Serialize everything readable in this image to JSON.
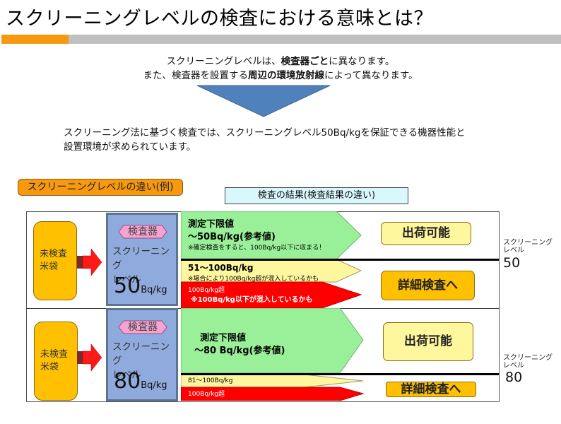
{
  "page": {
    "title": "スクリーニングレベルの検査における意味とは？"
  },
  "intro": {
    "line1_pre": "スクリーニングレベルは、",
    "line1_bold": "検査器ごと",
    "line1_post": "に異なります。",
    "line2_pre": "また、検査器を設置する",
    "line2_bold": "周辺の環境放射線",
    "line2_post": "によって異なります。"
  },
  "requirement": {
    "line1": "スクリーニング法に基づく検査では、スクリーニングレベル50Bq/kgを保証できる機器性能と",
    "line2": "設置環境が求められています。"
  },
  "labels": {
    "example": "スクリーニングレベルの違い(例)",
    "results": "検査の結果(検査結果の違い)"
  },
  "colors": {
    "accent_orange": "#F7990E",
    "bar_gray": "#C0C0C0",
    "arrow_blue": "#4F81BD",
    "bag_yellow": "#FFC000",
    "device_blue": "#8FAADC",
    "green_band": "#99F099",
    "yellow_band": "#FFF79E",
    "red_band": "#FF0000",
    "tag_pink": "#F5A3D0"
  },
  "rows": [
    {
      "bag_label_1": "未検査",
      "bag_label_2": "米袋",
      "device_tag": "検査器",
      "device_level_1": "スクリーニング",
      "device_level_2": "レベル",
      "device_value": "50",
      "device_unit": "Bq/kg",
      "green_title": "測定下限値",
      "green_value": "～50Bq/kg(参考値)",
      "green_note": "※確定検査をすると、100Bq/kg以下に収まる！",
      "yellow_title": "51～100Bq/kg",
      "yellow_note": "※場合により100Bq/kg超が混入しているかも",
      "red_title": "100Bq/kg超",
      "red_note": "※100Bq/kg以下が混入しているかも",
      "result_pass": "出荷可能",
      "result_detail": "詳細検査へ",
      "side_label_1": "スクリーニング",
      "side_label_2": "レベル",
      "side_value": "50"
    },
    {
      "bag_label_1": "未検査",
      "bag_label_2": "米袋",
      "device_tag": "検査器",
      "device_level_1": "スクリーニング",
      "device_level_2": "レベル",
      "device_value": "80",
      "device_unit": "Bq/kg",
      "green_title": "測定下限値",
      "green_value": "～80 Bq/kg(参考値)",
      "yellow_title": "81～100Bq/kg",
      "red_title": "100Bq/kg超",
      "result_pass": "出荷可能",
      "result_detail": "詳細検査へ",
      "side_label_1": "スクリーニング",
      "side_label_2": "レベル",
      "side_value": "80"
    }
  ]
}
